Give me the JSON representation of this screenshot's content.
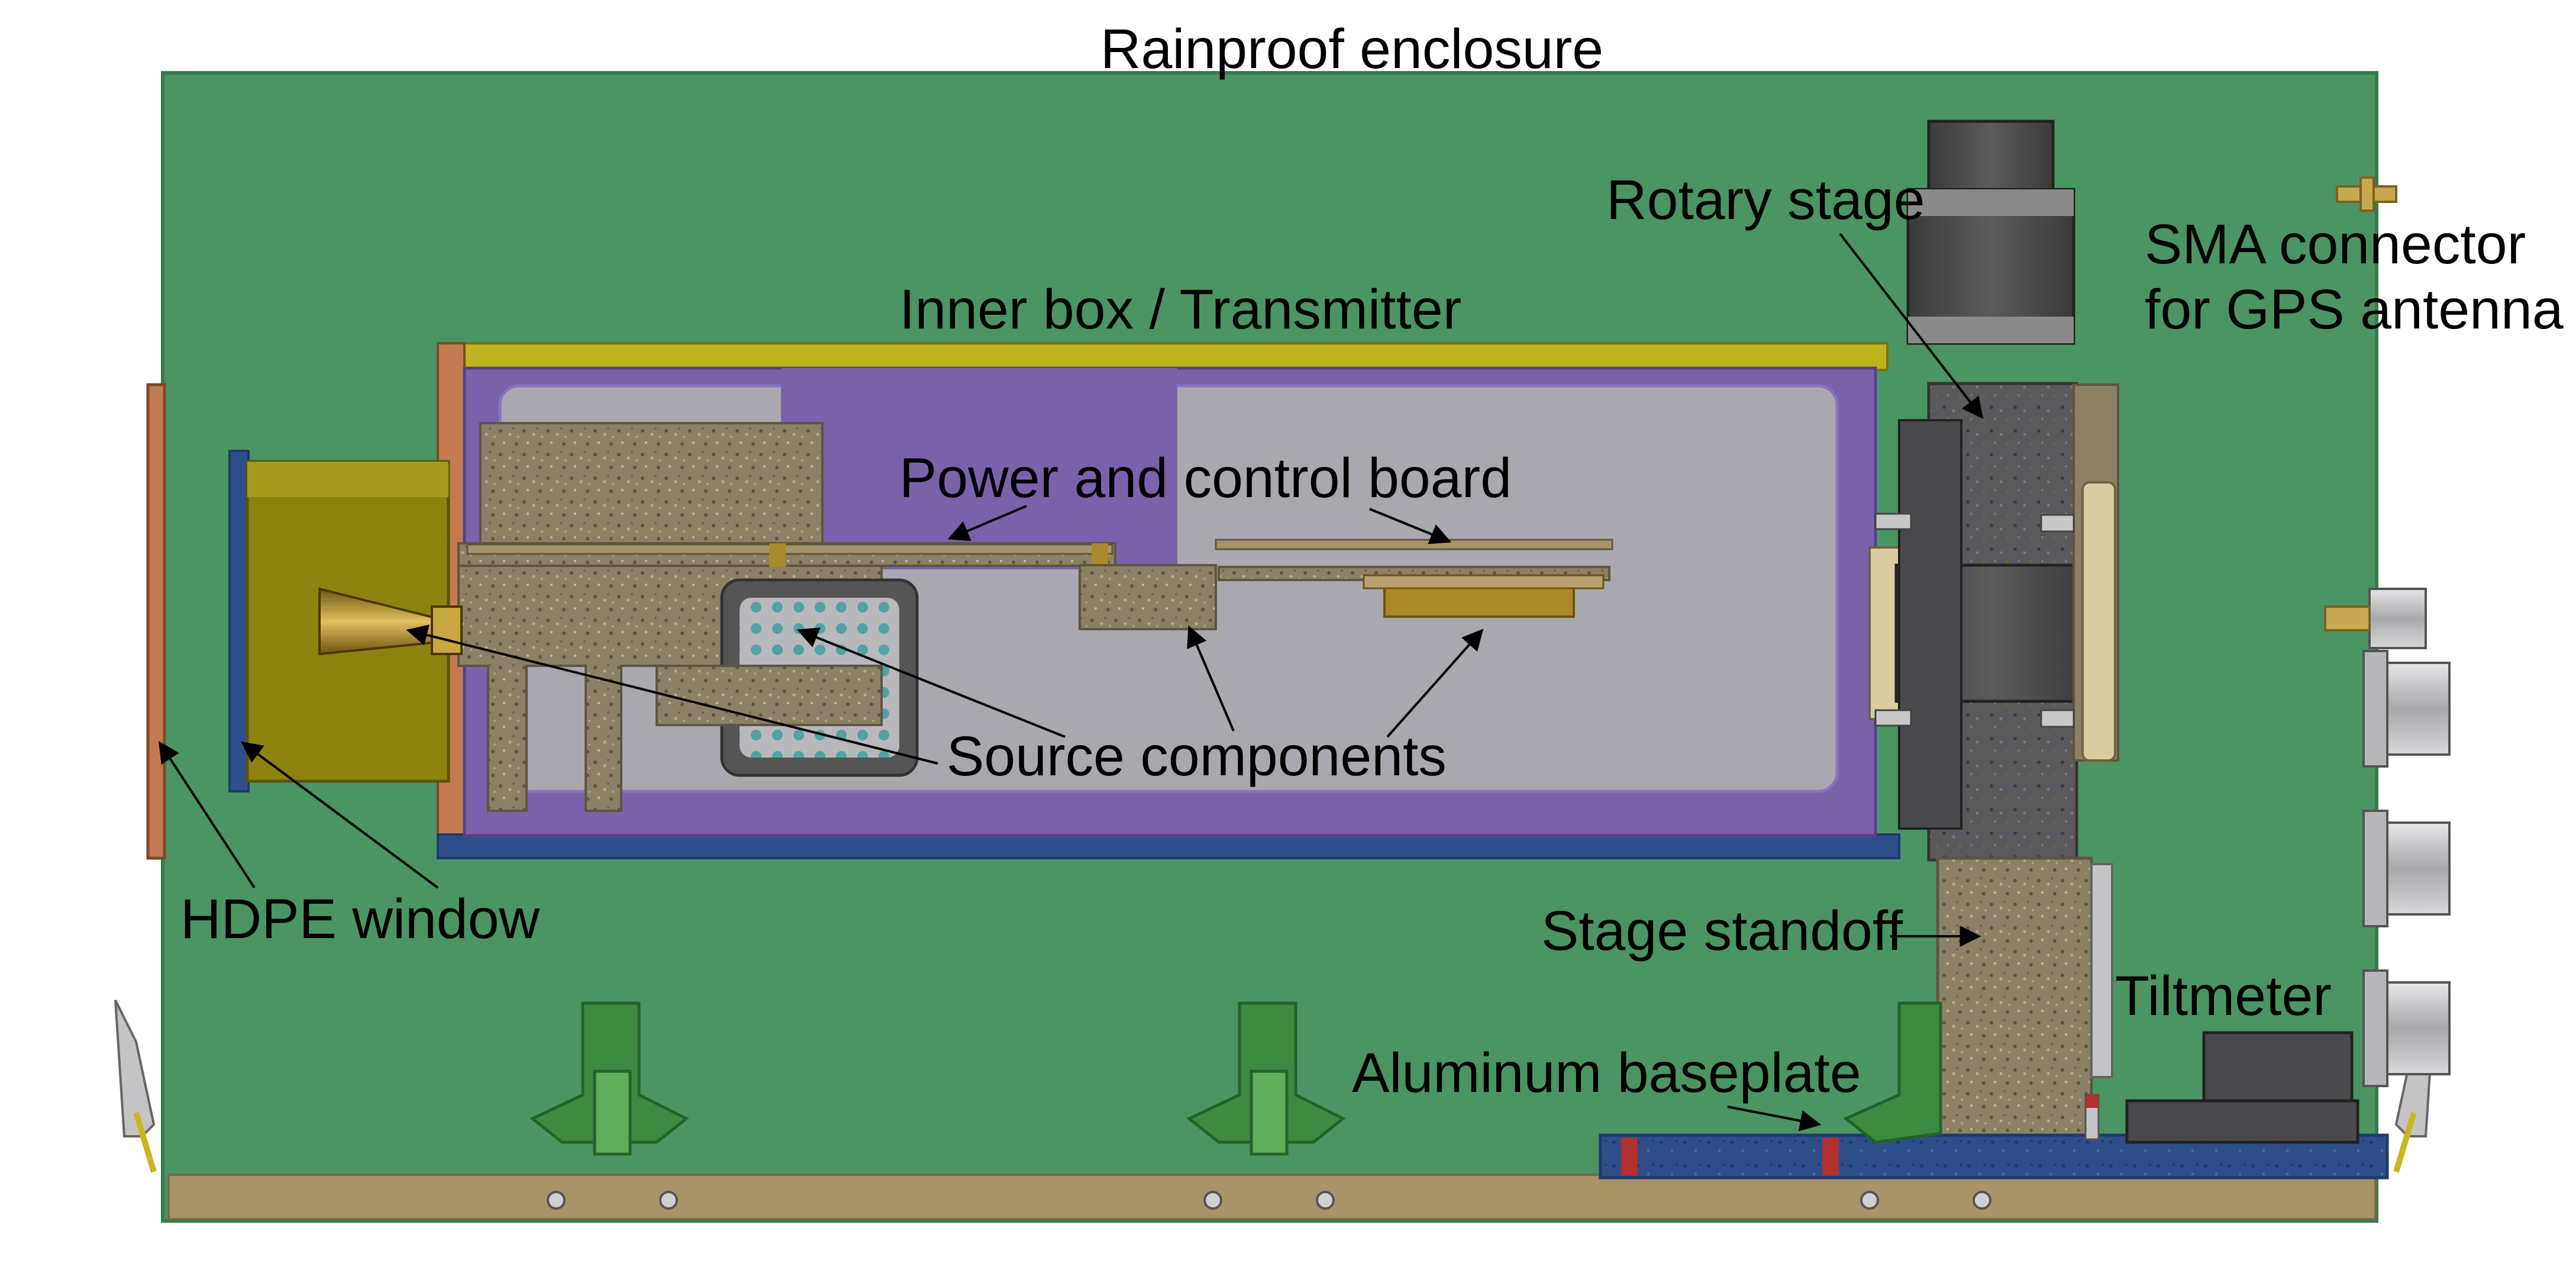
{
  "labels": {
    "rainproof_enclosure": "Rainproof enclosure",
    "inner_box": "Inner box / Transmitter",
    "power_board": "Power and control board",
    "source_components": "Source components",
    "rotary_stage": "Rotary stage",
    "sma_connector_line1": "SMA connector",
    "sma_connector_line2": "for GPS antenna",
    "hdpe_window": "HDPE window",
    "stage_standoff": "Stage standoff",
    "tiltmeter": "Tiltmeter",
    "aluminum_baseplate": "Aluminum baseplate"
  },
  "colors": {
    "enclosure_green": "#4a9563",
    "inner_box_purple": "#7a62ab",
    "inner_cavity_gray": "#a9a8ae",
    "foam_tan": "#8c8166",
    "horn_gold": "#a88a2a",
    "window_yellow": "#8c8210",
    "baseplate_blue": "#2e4f8a",
    "frame_tan": "#a89468",
    "motor_dark": "#4a4a4a",
    "connector_silver": "#c4c4c6"
  }
}
